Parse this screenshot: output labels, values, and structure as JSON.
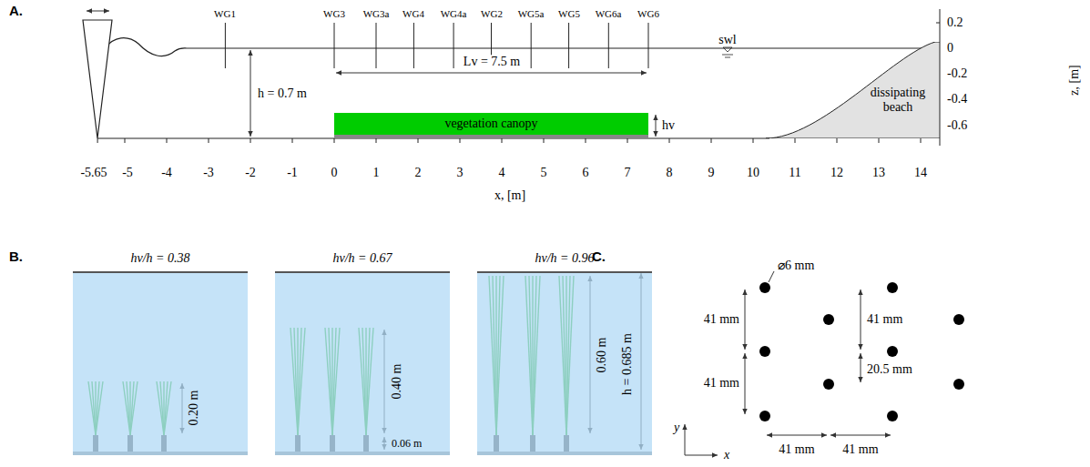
{
  "diagram": {
    "nodes": [
      {
        "text": [
          "vegetation canopy"
        ]
      },
      {
        "text": [
          "dissipating beach"
        ]
      },
      {
        "text": [
          "hv/h = 0.38"
        ]
      },
      {
        "text": [
          "hv/h = 0.67"
        ]
      },
      {
        "text": [
          "hv/h = 0.96"
        ]
      }
    ],
    "labels": [
      "A.",
      "WG1",
      "WG3",
      "WG3a",
      "WG4",
      "WG4a",
      "WG2",
      "WG5a",
      "WG5",
      "WG6a",
      "WG6",
      "swl",
      "h = 0.7 m",
      "Lv = 7.5 m",
      "hv",
      "z, [m]",
      "0.2",
      "0",
      "-0.2",
      "-0.4",
      "-0.6",
      "-5.65",
      "-5",
      "-4",
      "-3",
      "-2",
      "-1",
      "0",
      "1",
      "2",
      "3",
      "4",
      "5",
      "6",
      "7",
      "8",
      "9",
      "10",
      "11",
      "12",
      "13",
      "14",
      "x, [m]",
      "B.",
      "0.20 m",
      "0.40 m",
      "0.06 m",
      "0.60 m",
      "h = 0.685 m",
      "C.",
      "⌀6 mm",
      "41 mm",
      "41 mm",
      "41 mm",
      "20.5 mm",
      "41 mm",
      "41 mm",
      "y",
      "x"
    ]
  }
}
